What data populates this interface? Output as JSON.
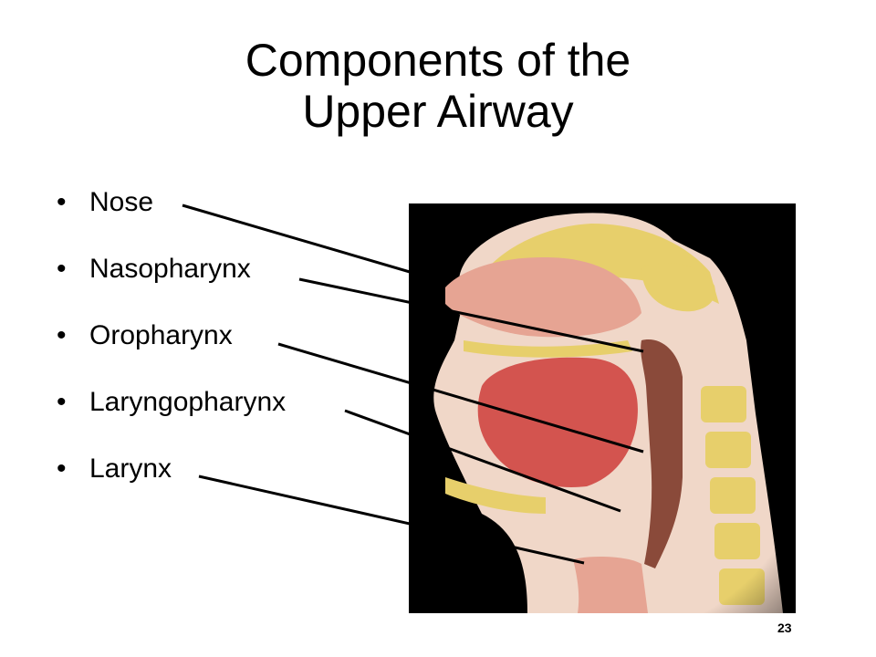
{
  "title": {
    "line1": "Components of the",
    "line2": "Upper Airway"
  },
  "bullet_glyph": "•",
  "bullets": [
    {
      "label": "Nose"
    },
    {
      "label": "Nasopharynx"
    },
    {
      "label": "Oropharynx"
    },
    {
      "label": "Laryngopharynx"
    },
    {
      "label": "Larynx"
    }
  ],
  "page_number": "23",
  "colors": {
    "image_background": "#000000",
    "skin": "#f0d7c8",
    "bone": "#e7cf6b",
    "muscle": "#d3544f",
    "mucosa": "#e6a493",
    "airway": "#8a4a3a",
    "leader_line": "#000000"
  }
}
